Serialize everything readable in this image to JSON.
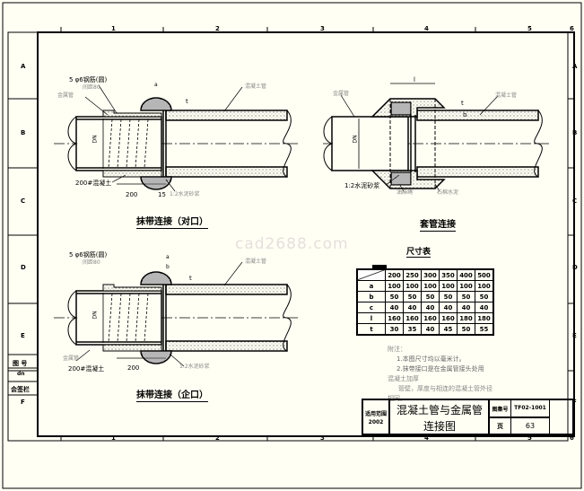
{
  "watermark": "cad2688.com",
  "frame": {
    "columns": [
      "1",
      "2",
      "3",
      "4",
      "5",
      "6"
    ],
    "rows": [
      "A",
      "B",
      "C",
      "D",
      "E",
      "F"
    ]
  },
  "detail1": {
    "caption": "抹带连接（对口）",
    "labels": {
      "rebar": "5 φ6钢筋(圆)",
      "spacing": "间距80",
      "metal_pipe": "金属管",
      "concrete_pipe": "混凝土管",
      "concrete": "200#混凝土",
      "mortar": "1:2水泥砂浆",
      "dim_a": "a",
      "dim_200": "200",
      "dim_15": "15",
      "dn": "DN",
      "dim_t": "t"
    }
  },
  "detail2": {
    "caption": "套管连接",
    "labels": {
      "metal_pipe": "金属管",
      "concrete_pipe": "混凝土管",
      "mortar": "1:2水泥砂浆",
      "oakum": "油麻绳",
      "asbestos": "石棉水泥",
      "dim_l": "l",
      "dim_t": "t",
      "dim_b": "b",
      "dn": "DN"
    }
  },
  "detail3": {
    "caption": "抹带连接（企口）",
    "labels": {
      "rebar": "5 φ6钢筋(圆)",
      "spacing": "间距80",
      "metal_pipe": "金属管",
      "concrete_pipe": "混凝土管",
      "concrete": "200#混凝土",
      "mortar": "1:2水泥砂浆",
      "dim_a": "a",
      "dim_b": "b",
      "dim_200": "200",
      "dn": "DN",
      "dim_t": "t"
    }
  },
  "table": {
    "title": "尺寸表",
    "header": [
      "200",
      "250",
      "300",
      "350",
      "400",
      "500"
    ],
    "rows": [
      {
        "label": "a",
        "values": [
          "100",
          "100",
          "100",
          "100",
          "100",
          "100"
        ]
      },
      {
        "label": "b",
        "values": [
          "50",
          "50",
          "50",
          "50",
          "50",
          "50"
        ]
      },
      {
        "label": "c",
        "values": [
          "40",
          "40",
          "40",
          "40",
          "40",
          "40"
        ]
      },
      {
        "label": "l",
        "values": [
          "160",
          "160",
          "160",
          "160",
          "180",
          "180"
        ]
      },
      {
        "label": "t",
        "values": [
          "30",
          "35",
          "40",
          "45",
          "50",
          "55"
        ]
      }
    ]
  },
  "notes": [
    "附注：",
    "1.本图尺寸均以毫米计。",
    "2.抹带接口是在金属管接头处用",
    "混凝土加厚",
    "管壁，厚度与相连的混凝土管外径",
    "相同。"
  ],
  "title_block": {
    "scope_label": "适用范围",
    "scope_value": "2002",
    "title_line1": "混凝土管与金属管",
    "title_line2": "连接图",
    "atlas_label": "图集号",
    "atlas_value": "TF02-1001",
    "page_label": "页",
    "page_value": "63"
  },
  "side_block": {
    "label1": "图 号",
    "label2": "dn",
    "label3": "会签栏"
  }
}
